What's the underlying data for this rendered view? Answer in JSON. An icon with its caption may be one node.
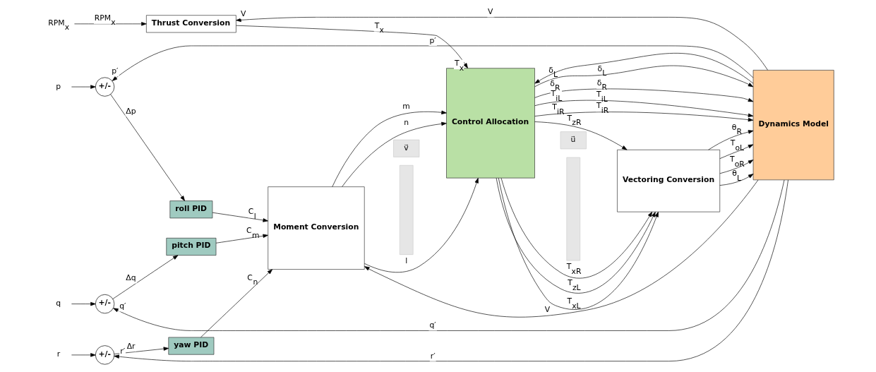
{
  "diagram": {
    "nodes": [
      {
        "text": [
          "+/-"
        ]
      },
      {
        "text": [
          "+/-"
        ]
      },
      {
        "text": [
          "+/-"
        ]
      },
      {
        "text": [
          "roll PID"
        ]
      },
      {
        "text": [
          "pitch PID"
        ]
      },
      {
        "text": [
          "yaw PID"
        ]
      },
      {
        "text": [
          "Thrust Conversion"
        ]
      },
      {
        "text": [
          "Moment Conversion"
        ]
      },
      {
        "text": [
          "Control Allocation"
        ]
      },
      {
        "text": [
          "Vectoring Conversion"
        ]
      },
      {
        "text": [
          "Dynamics Model"
        ]
      },
      {
        "text": [
          "v⃗"
        ]
      },
      {
        "text": [],
        "shape": "bar"
      },
      {
        "text": [
          "u⃗"
        ]
      },
      {
        "text": [],
        "shape": "bar"
      },
      {
        "text": [
          "p"
        ]
      },
      {
        "text": [
          "q"
        ]
      },
      {
        "text": [
          "r"
        ]
      },
      {
        "text": [
          "RPM$_{x}$"
        ]
      }
    ],
    "edges": [
      {
        "from": 15,
        "to": 0,
        "arrow": "to"
      },
      {
        "from": 16,
        "to": 1,
        "arrow": "to"
      },
      {
        "from": 17,
        "to": 2,
        "arrow": "to"
      },
      {
        "from": 18,
        "to": 6,
        "arrow": "to",
        "label": "RPM$_{x}$"
      },
      {
        "from": 0,
        "to": 3,
        "arrow": "to",
        "label": "Δp"
      },
      {
        "from": 1,
        "to": 4,
        "arrow": "to",
        "label": "Δq"
      },
      {
        "from": 2,
        "to": 5,
        "arrow": "to",
        "label": "Δr"
      },
      {
        "from": 3,
        "to": 7,
        "arrow": "to",
        "label": "C$_{l}$"
      },
      {
        "from": 4,
        "to": 7,
        "arrow": "to",
        "label": "C$_{m}$"
      },
      {
        "from": 5,
        "to": 7,
        "arrow": "to",
        "label": "C$_{n}$"
      },
      {
        "from": 6,
        "to": 8,
        "arrow": "to",
        "label": "T$_{x}$"
      },
      {
        "from": 7,
        "to": 8,
        "arrow": "to",
        "label": "l"
      },
      {
        "from": 7,
        "to": 8,
        "arrow": "to",
        "label": "m"
      },
      {
        "from": 7,
        "to": 8,
        "arrow": "to",
        "label": "n"
      },
      {
        "from": 8,
        "to": 10,
        "arrow": "to",
        "label": "δ$_{L}$"
      },
      {
        "from": 8,
        "to": 10,
        "arrow": "to",
        "label": "δ$_{R}$"
      },
      {
        "from": 8,
        "to": 9,
        "arrow": "to",
        "label": "T$_{xL}$"
      },
      {
        "from": 8,
        "to": 9,
        "arrow": "to",
        "label": "T$_{xR}$"
      },
      {
        "from": 8,
        "to": 9,
        "arrow": "to",
        "label": "T$_{zL}$"
      },
      {
        "from": 8,
        "to": 9,
        "arrow": "to",
        "label": "T$_{zR}$"
      },
      {
        "from": 9,
        "to": 10,
        "arrow": "to",
        "label": "θ$_{L}$"
      },
      {
        "from": 9,
        "to": 10,
        "arrow": "to",
        "label": "θ$_{R}$"
      },
      {
        "from": 9,
        "to": 10,
        "arrow": "to",
        "label": "T$_{oL}$"
      },
      {
        "from": 9,
        "to": 10,
        "arrow": "to",
        "label": "T$_{oR}$"
      },
      {
        "from": 8,
        "to": 10,
        "arrow": "to",
        "label": "T$_{iL}$"
      },
      {
        "from": 8,
        "to": 10,
        "arrow": "to",
        "label": "T$_{iR}$"
      },
      {
        "from": 10,
        "to": 0,
        "arrow": "to",
        "label": "p′"
      },
      {
        "from": 10,
        "to": 1,
        "arrow": "to",
        "label": "q′"
      },
      {
        "from": 10,
        "to": 2,
        "arrow": "to",
        "label": "r′"
      },
      {
        "from": 10,
        "to": 6,
        "arrow": "to",
        "label": "V"
      },
      {
        "from": 10,
        "to": 7,
        "arrow": "to",
        "label": "V"
      },
      {
        "from": 10,
        "to": 8,
        "arrow": "to"
      }
    ],
    "labels": [
      "T$_{x}$",
      "δ$_{L}$",
      "δ$_{R}$",
      "T$_{iL}$",
      "T$_{iR}$",
      "p′",
      "q′",
      "r′",
      "V"
    ]
  }
}
